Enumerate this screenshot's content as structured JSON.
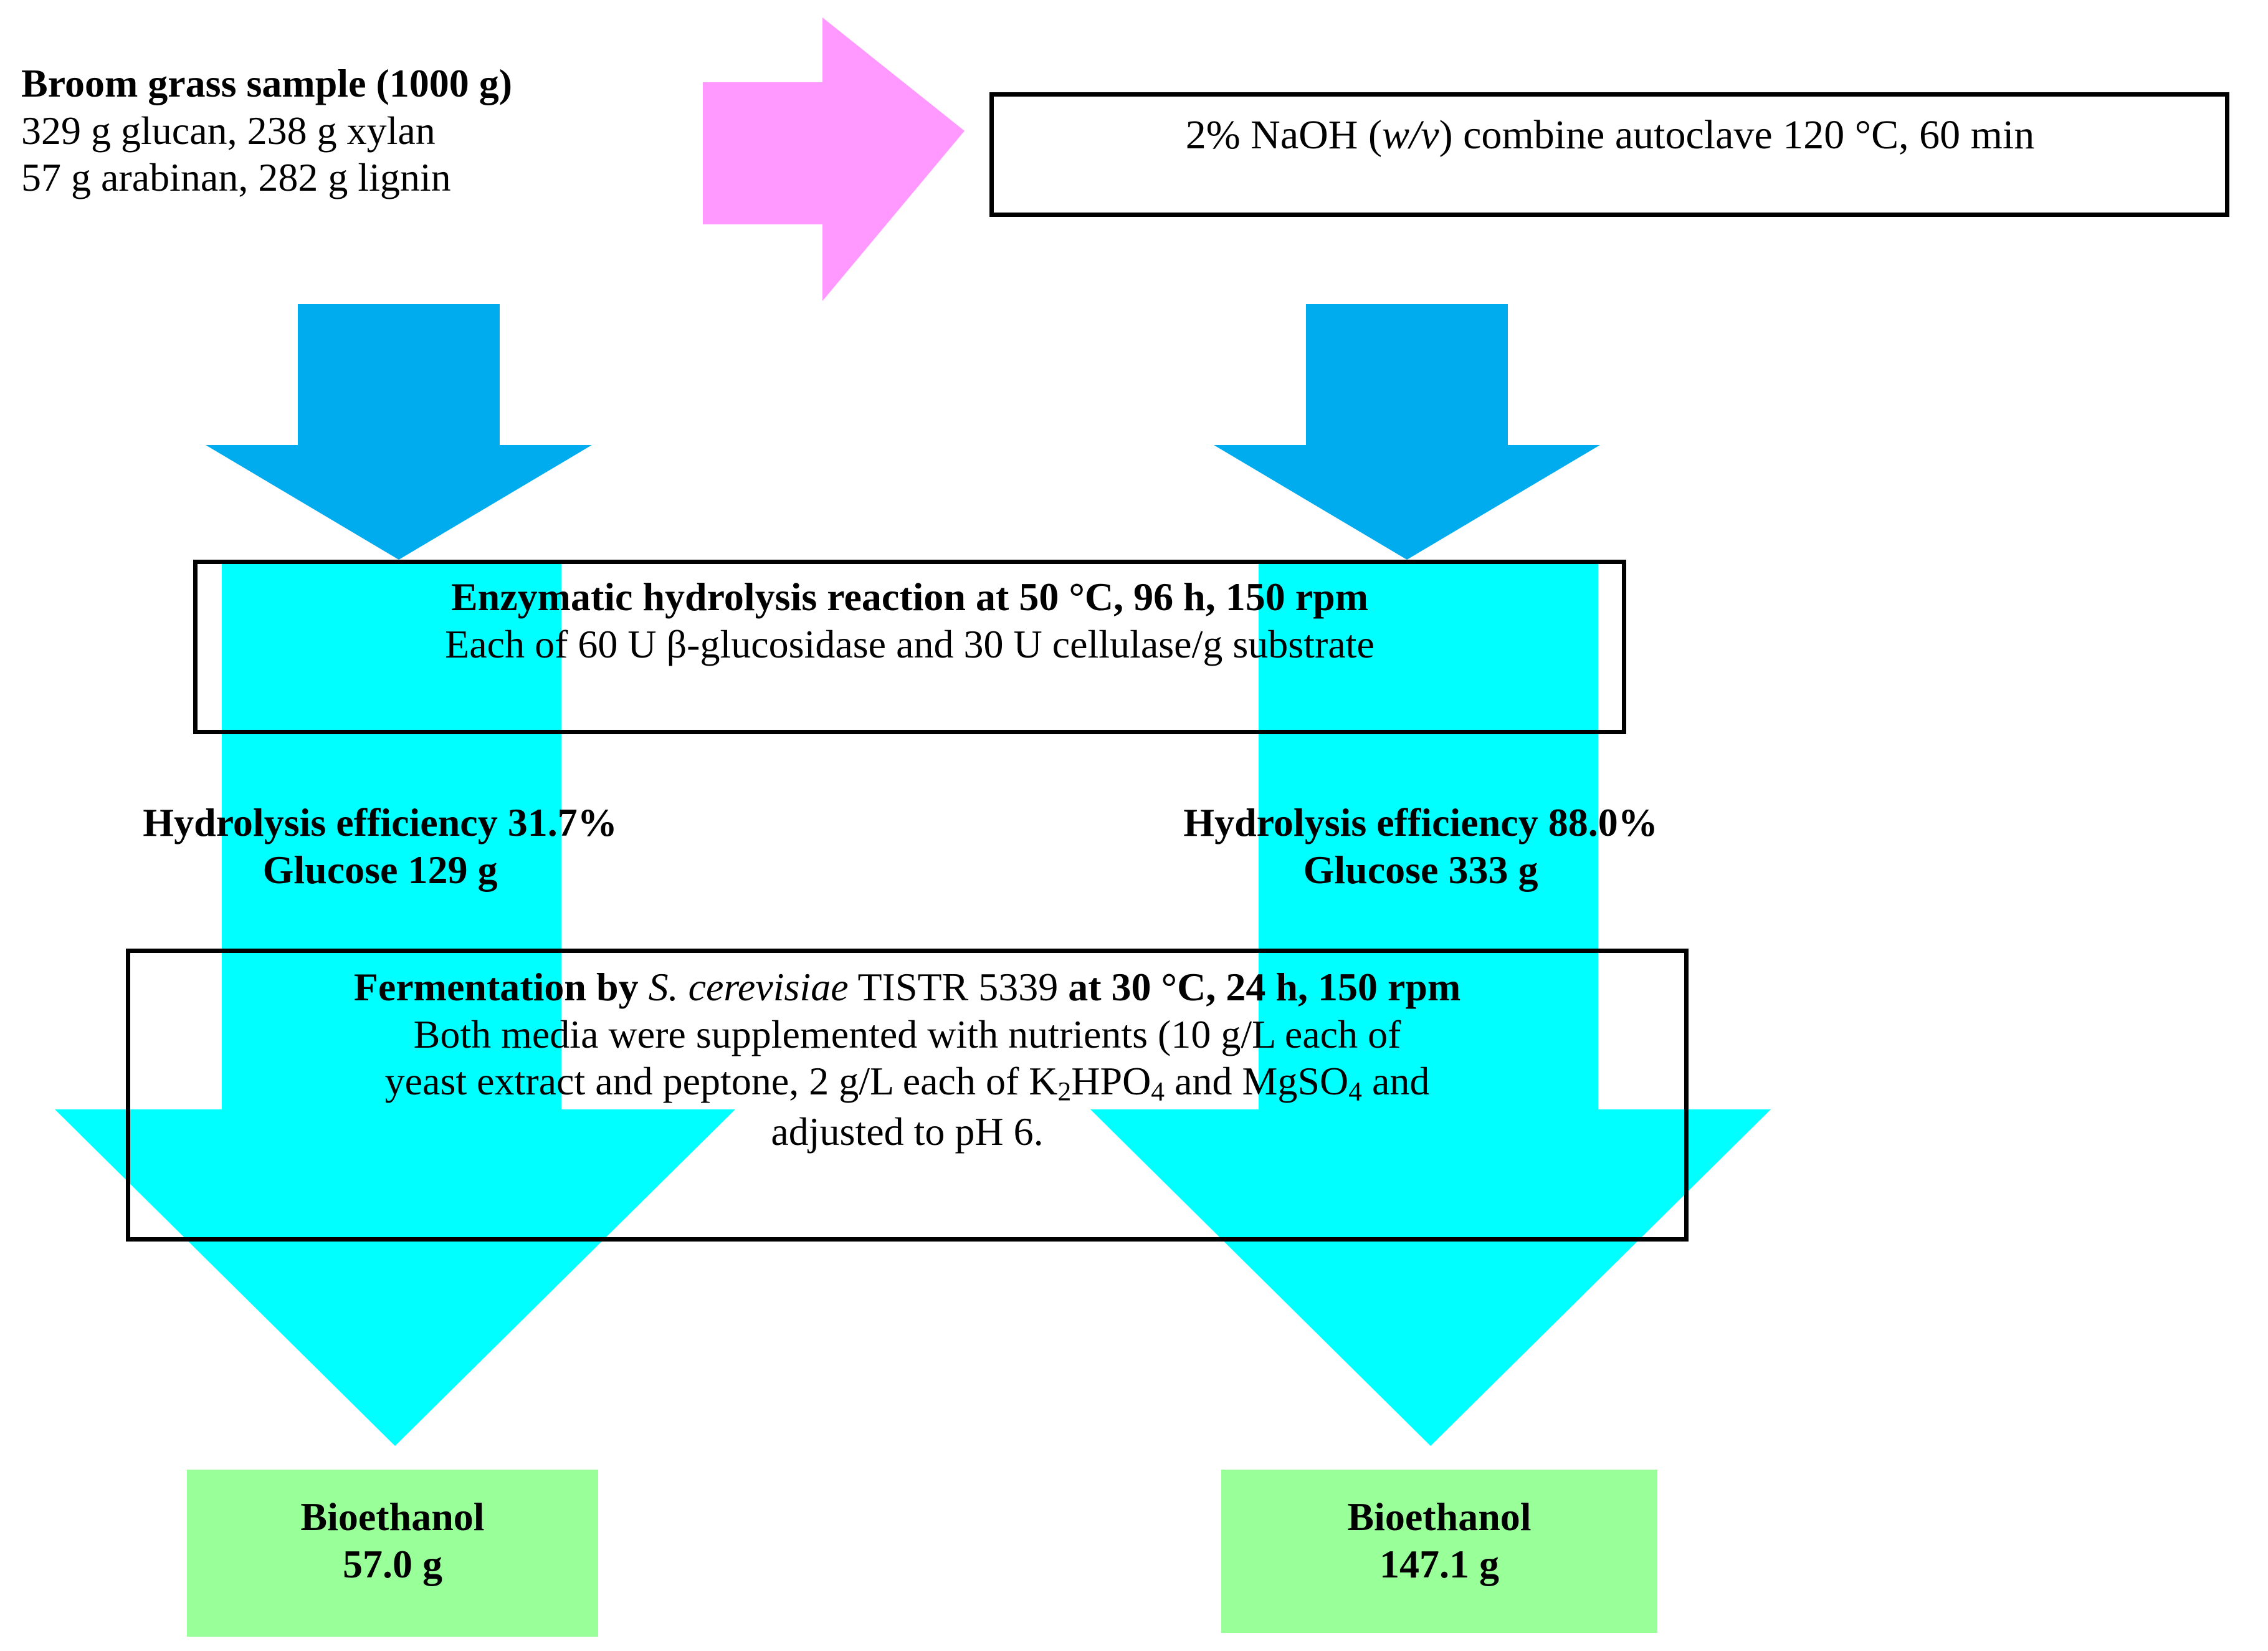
{
  "diagram": {
    "title": "Broom grass to bioethanol process flow",
    "colors": {
      "pink_arrow": "#FF99FF",
      "blue_arrow": "#00ACEE",
      "cyan_flow": "#00FFFF",
      "green_product": "#99FF99",
      "outline": "#000000",
      "background": "#FFFFFF"
    }
  },
  "sample": {
    "heading": "Broom grass sample (1000 g)",
    "line2": "329 g glucan, 238 g xylan",
    "line3": "57 g arabinan, 282 g lignin"
  },
  "pretreatment": {
    "prefix": "2% NaOH (",
    "italic": "w/v",
    "suffix": ") combine autoclave 120 °C, 60 min",
    "full_text": "2% NaOH (w/v) combine autoclave 120 °C, 60 min"
  },
  "hydrolysis": {
    "heading": "Enzymatic hydrolysis reaction at 50 °C, 96 h, 150 rpm",
    "detail": "Each of 60 U β-glucosidase and 30 U cellulase/g substrate"
  },
  "efficiency": {
    "left": {
      "line1": "Hydrolysis efficiency 31.7%",
      "line2": "Glucose 129 g"
    },
    "right": {
      "line1": "Hydrolysis efficiency 88.0%",
      "line2": "Glucose 333 g"
    }
  },
  "fermentation": {
    "head_bold_1": "Fermentation by ",
    "head_italic": "S. cerevisiae",
    "head_normal": " TISTR 5339 ",
    "head_bold_2": "at 30 °C, 24 h, 150 rpm",
    "detail_line1": "Both media were supplemented with nutrients (10 g/L each of",
    "detail_line2_a": "yeast extract and peptone, 2 g/L each of K",
    "detail_line2_sub1": "2",
    "detail_line2_b": "HPO",
    "detail_line2_sub2": "4",
    "detail_line2_c": " and MgSO",
    "detail_line2_sub3": "4",
    "detail_line2_d": " and",
    "detail_line3": "adjusted to pH 6."
  },
  "products": {
    "left": {
      "label": "Bioethanol",
      "value": "57.0 g"
    },
    "right": {
      "label": "Bioethanol",
      "value": "147.1 g"
    }
  }
}
